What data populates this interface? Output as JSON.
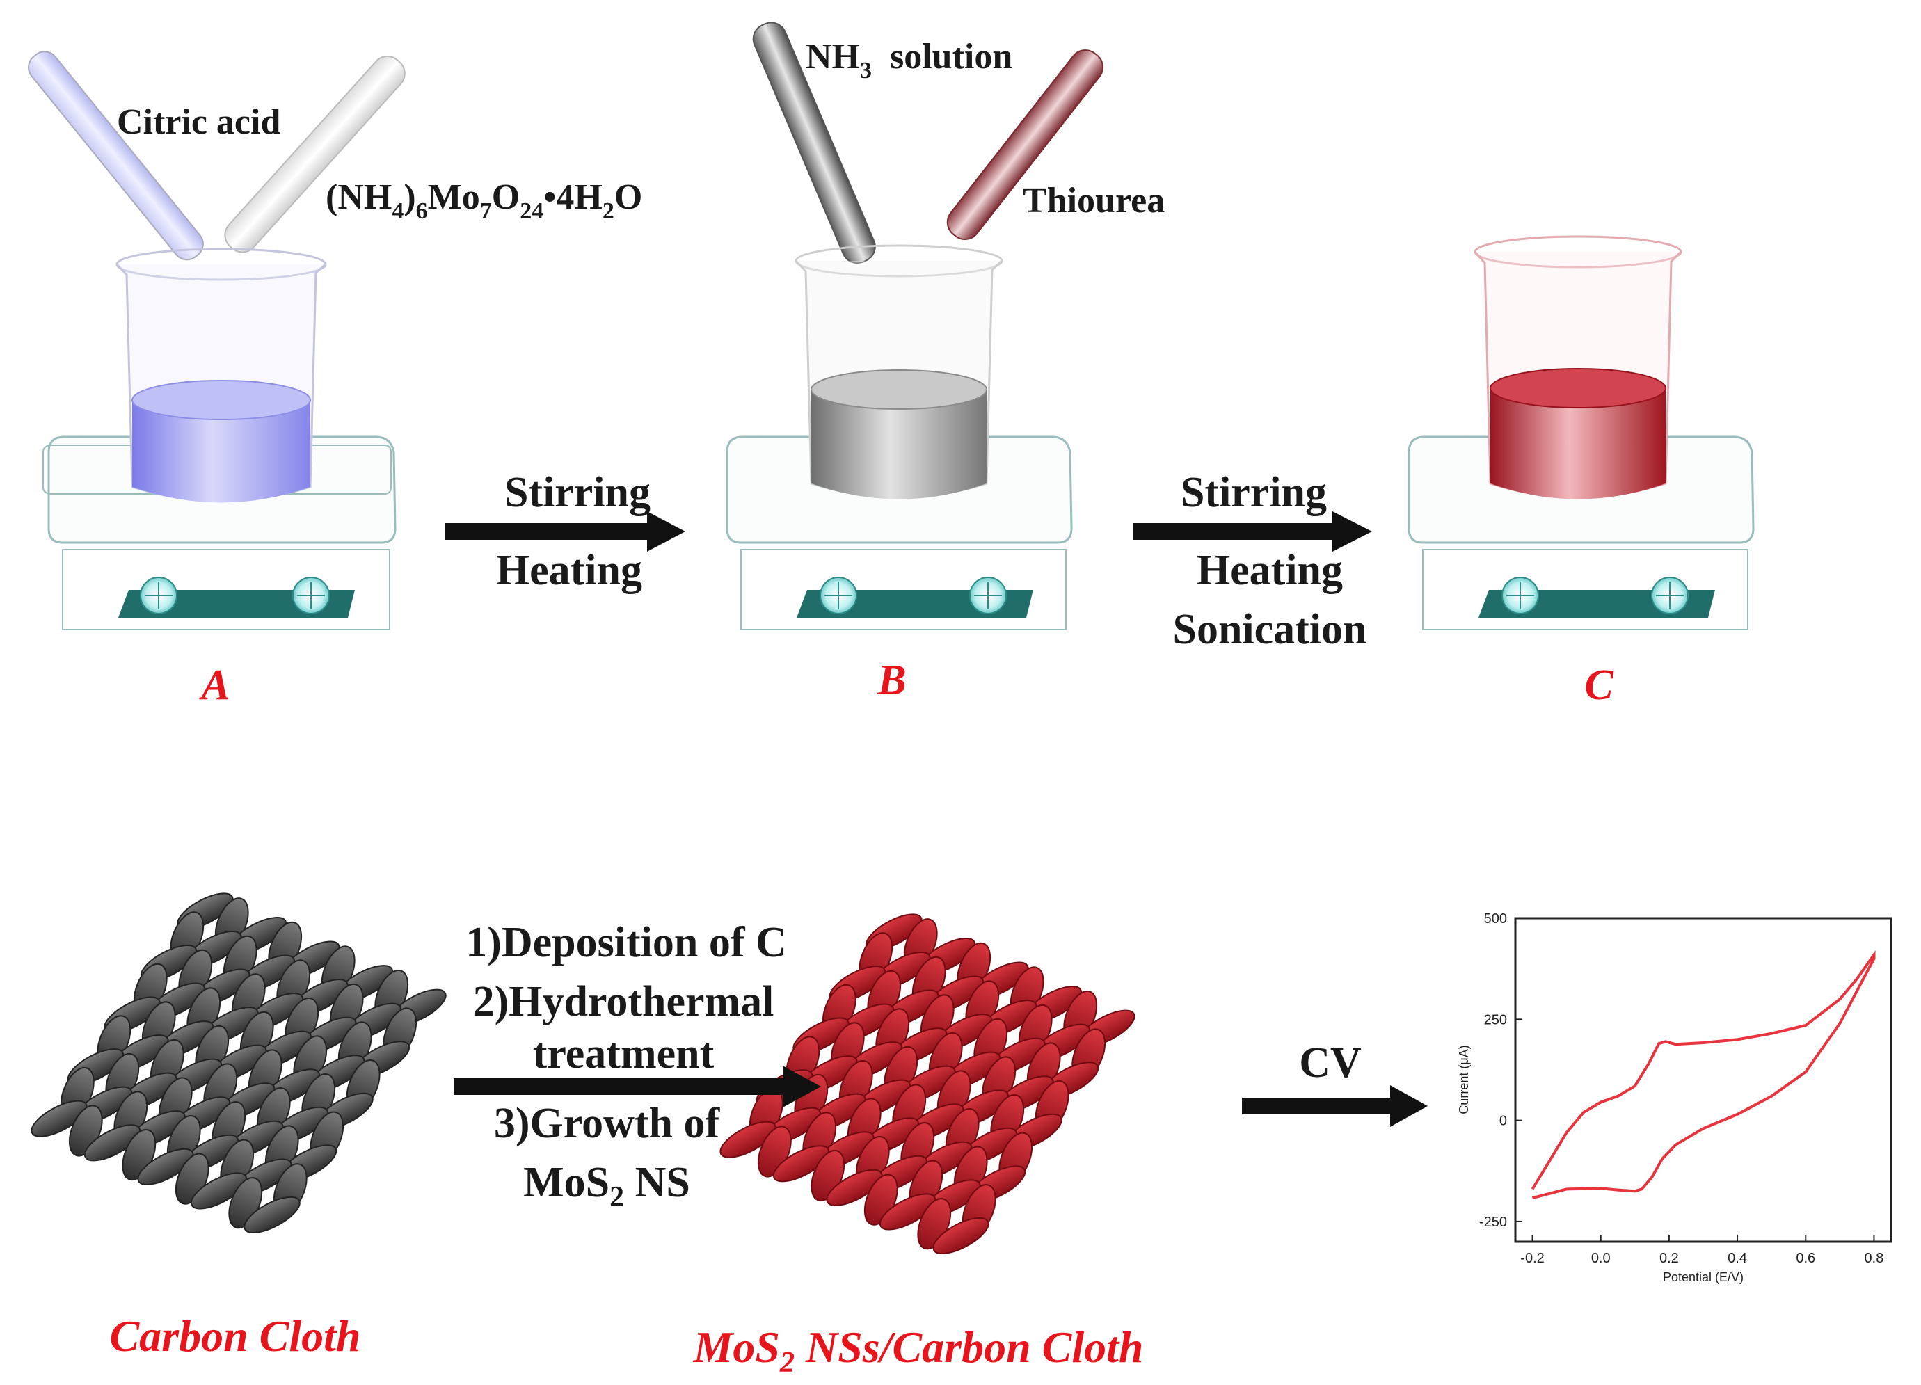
{
  "reagents": {
    "citric_acid": "Citric acid",
    "molybdate": {
      "p1": "(NH",
      "s1": "4",
      "p2": ")",
      "s2": "6",
      "p3": "Mo",
      "s3": "7",
      "p4": "O",
      "s4": "24",
      "p5": "•4H",
      "s5": "2",
      "p6": "O"
    },
    "nh3": {
      "p1": "NH",
      "s1": "3",
      "p2": "  solution"
    },
    "thiourea": "Thiourea"
  },
  "arrow1": {
    "line1": "Stirring",
    "line2": "Heating"
  },
  "arrow2": {
    "line1": "Stirring",
    "line2": "Heating",
    "line3": "Sonication"
  },
  "steps": {
    "a": "A",
    "b": "B",
    "c": "C"
  },
  "arrow3": {
    "line1": "1)Deposition of C",
    "line2": "2)Hydrothermal",
    "line3": "treatment",
    "line4": "3)Growth of",
    "line5": {
      "p1": "MoS",
      "s1": "2",
      "p2": " NS"
    }
  },
  "arrow4": {
    "label": "CV"
  },
  "materials": {
    "carbon_cloth": "Carbon Cloth",
    "mos2_cloth": {
      "p1": "MoS",
      "s1": "2",
      "p2": " NSs/Carbon Cloth"
    }
  },
  "colors": {
    "solution_a": "#9c9cf2",
    "solution_b": "#9a9a9a",
    "solution_c": "#b81e2a",
    "cloth_gray": "#4a4a4a",
    "cloth_red": "#b01c26",
    "cv_line": "#e8343c",
    "step_label": "#e8141b",
    "stirrer_plate": "#1f6e6a"
  },
  "chart_data": {
    "type": "line",
    "title": "",
    "xlabel": "Potential (E/V)",
    "ylabel": "Current (μA)",
    "xlim": [
      -0.25,
      0.85
    ],
    "ylim": [
      -300,
      500
    ],
    "xticks": [
      "-0.2",
      "0.0",
      "0.2",
      "0.4",
      "0.6",
      "0.8"
    ],
    "yticks": [
      "500",
      "250",
      "0",
      "-250"
    ],
    "series": [
      {
        "x": [
          -0.2,
          -0.15,
          -0.1,
          -0.05,
          0.0,
          0.05,
          0.1,
          0.14,
          0.17,
          0.19,
          0.22,
          0.3,
          0.4,
          0.5,
          0.6,
          0.7,
          0.75,
          0.8,
          0.8,
          0.75,
          0.7,
          0.6,
          0.5,
          0.4,
          0.3,
          0.22,
          0.18,
          0.15,
          0.12,
          0.1,
          0.05,
          0.0,
          -0.1,
          -0.2
        ],
        "values": [
          -170,
          -100,
          -30,
          20,
          45,
          60,
          85,
          140,
          190,
          195,
          188,
          192,
          200,
          215,
          235,
          300,
          350,
          410,
          400,
          320,
          240,
          120,
          60,
          15,
          -20,
          -60,
          -95,
          -140,
          -170,
          -175,
          -172,
          -168,
          -170,
          -192
        ]
      }
    ]
  }
}
